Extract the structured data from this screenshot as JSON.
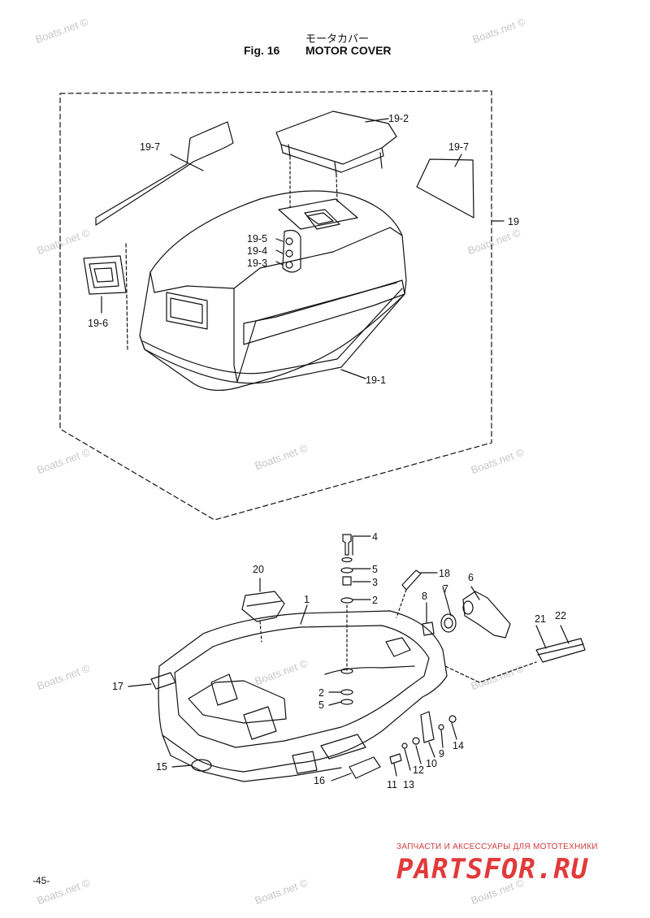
{
  "header": {
    "jp_title": "モータカバー",
    "fig_number": "Fig. 16",
    "title": "MOTOR COVER"
  },
  "upper_callouts": [
    "19-7",
    "19-2",
    "19-7",
    "19",
    "19-5",
    "19-4",
    "19-3",
    "19-6",
    "19-1"
  ],
  "lower_callouts": [
    "4",
    "5",
    "3",
    "2",
    "18",
    "7",
    "6",
    "20",
    "1",
    "8",
    "21",
    "22",
    "17",
    "2",
    "5",
    "14",
    "9",
    "10",
    "12",
    "13",
    "11",
    "15",
    "16"
  ],
  "watermark": "Boats.net ©",
  "page_number": "-45-",
  "banner": {
    "subtitle": "ЗАПЧАСТИ И АКСЕССУАРЫ ДЛЯ МОТОТЕХНИКИ",
    "logo": "PARTSFOR.RU"
  },
  "colors": {
    "line": "#111111",
    "banner": "#e23a3a",
    "watermark": "#c6c6c6"
  }
}
